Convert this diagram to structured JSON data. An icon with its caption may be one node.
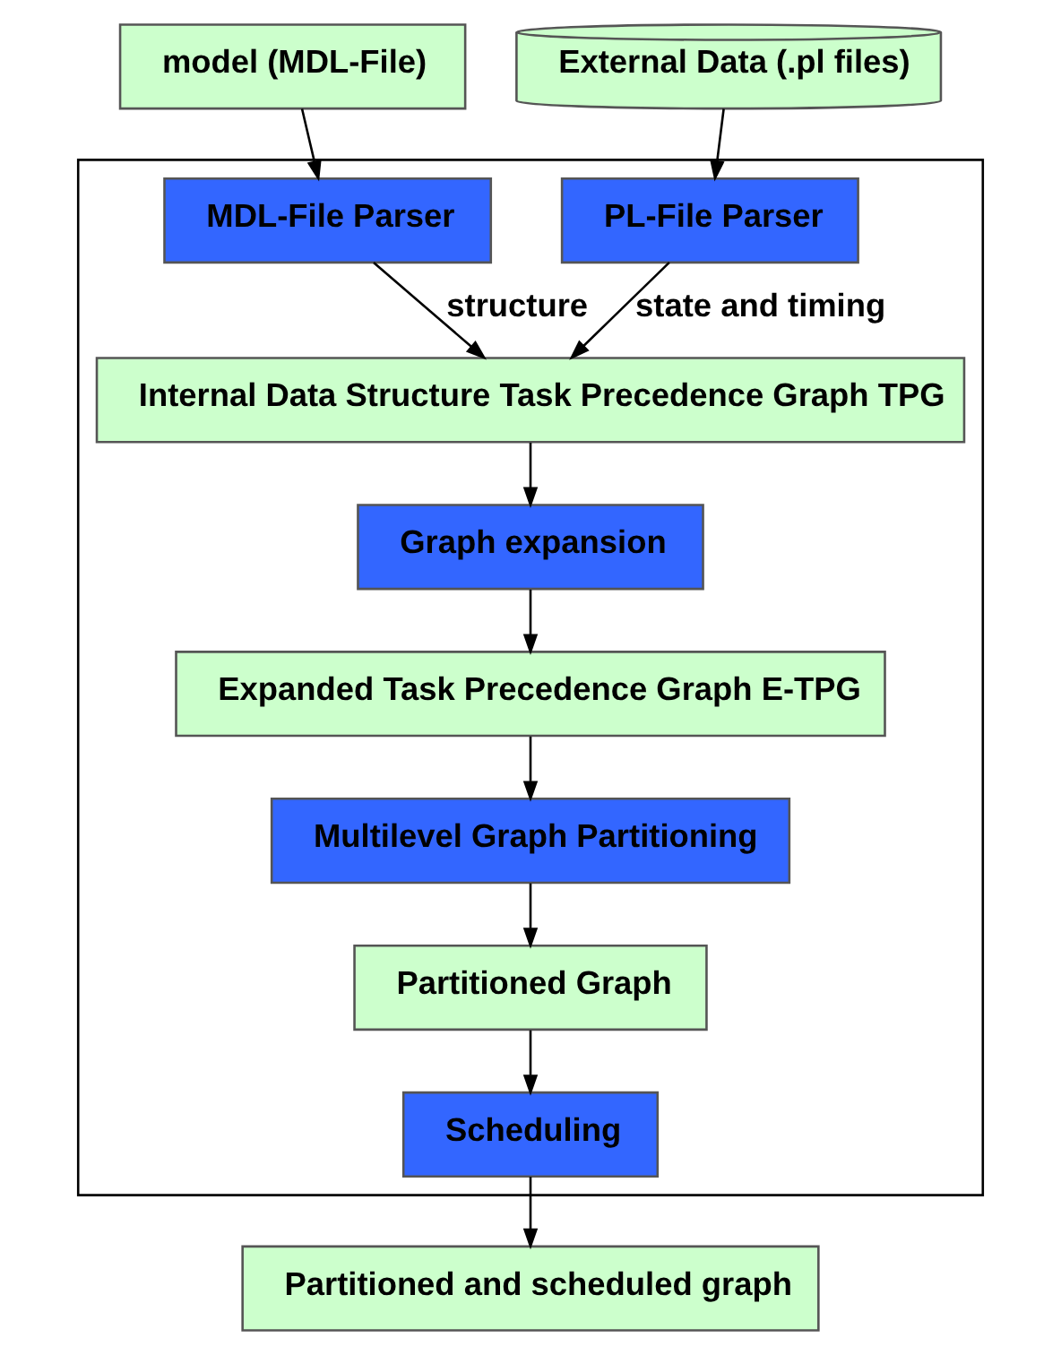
{
  "diagram": {
    "nodes": [
      {
        "text": [
          "model (MDL-File)"
        ]
      },
      {
        "text": [
          "External Data (.pl files)"
        ]
      },
      {
        "text": [],
        "shape": "box"
      },
      {
        "text": [
          "MDL-File Parser"
        ],
        "in": 2
      },
      {
        "text": [
          "PL-File Parser"
        ],
        "in": 2
      },
      {
        "text": [
          "Internal Data Structure Task Precedence Graph TPG"
        ],
        "in": 2
      },
      {
        "text": [
          "Graph expansion"
        ],
        "in": 2
      },
      {
        "text": [
          "Expanded Task Precedence Graph E-TPG"
        ],
        "in": 2
      },
      {
        "text": [
          "Multilevel Graph Partitioning"
        ],
        "in": 2
      },
      {
        "text": [
          "Partitioned Graph"
        ],
        "in": 2
      },
      {
        "text": [
          "Scheduling"
        ],
        "in": 2
      },
      {
        "text": [
          "Partitioned and scheduled graph"
        ]
      }
    ],
    "edges": [
      {
        "from": 0,
        "to": 3,
        "arrow": "to"
      },
      {
        "from": 1,
        "to": 4,
        "arrow": "to"
      },
      {
        "from": 3,
        "to": 5,
        "arrow": "to",
        "label": "structure"
      },
      {
        "from": 4,
        "to": 5,
        "arrow": "to",
        "label": "state and timing"
      },
      {
        "from": 5,
        "to": 6,
        "arrow": "to"
      },
      {
        "from": 6,
        "to": 7,
        "arrow": "to"
      },
      {
        "from": 7,
        "to": 8,
        "arrow": "to"
      },
      {
        "from": 8,
        "to": 9,
        "arrow": "to"
      },
      {
        "from": 9,
        "to": 10,
        "arrow": "to"
      },
      {
        "from": 10,
        "to": 11,
        "arrow": "to"
      }
    ]
  }
}
